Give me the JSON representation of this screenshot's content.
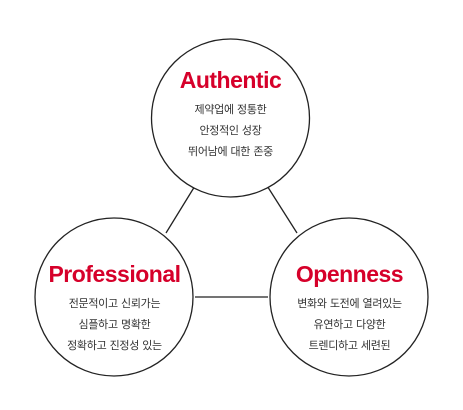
{
  "nodes": [
    {
      "id": "authentic",
      "title": "Authentic",
      "lines": [
        "제약업에 정통한",
        "안정적인 성장",
        "뛰어남에 대한 존중"
      ]
    },
    {
      "id": "professional",
      "title": "Professional",
      "lines": [
        "전문적이고 신뢰가는",
        "심플하고 명확한",
        "정확하고 진정성 있는"
      ]
    },
    {
      "id": "openness",
      "title": "Openness",
      "lines": [
        "변화와 도전에 열려있는",
        "유연하고 다양한",
        "트렌디하고 세련된"
      ]
    }
  ],
  "colors": {
    "title": "#d6002a",
    "body_text": "#333333",
    "outline": "#222222"
  }
}
